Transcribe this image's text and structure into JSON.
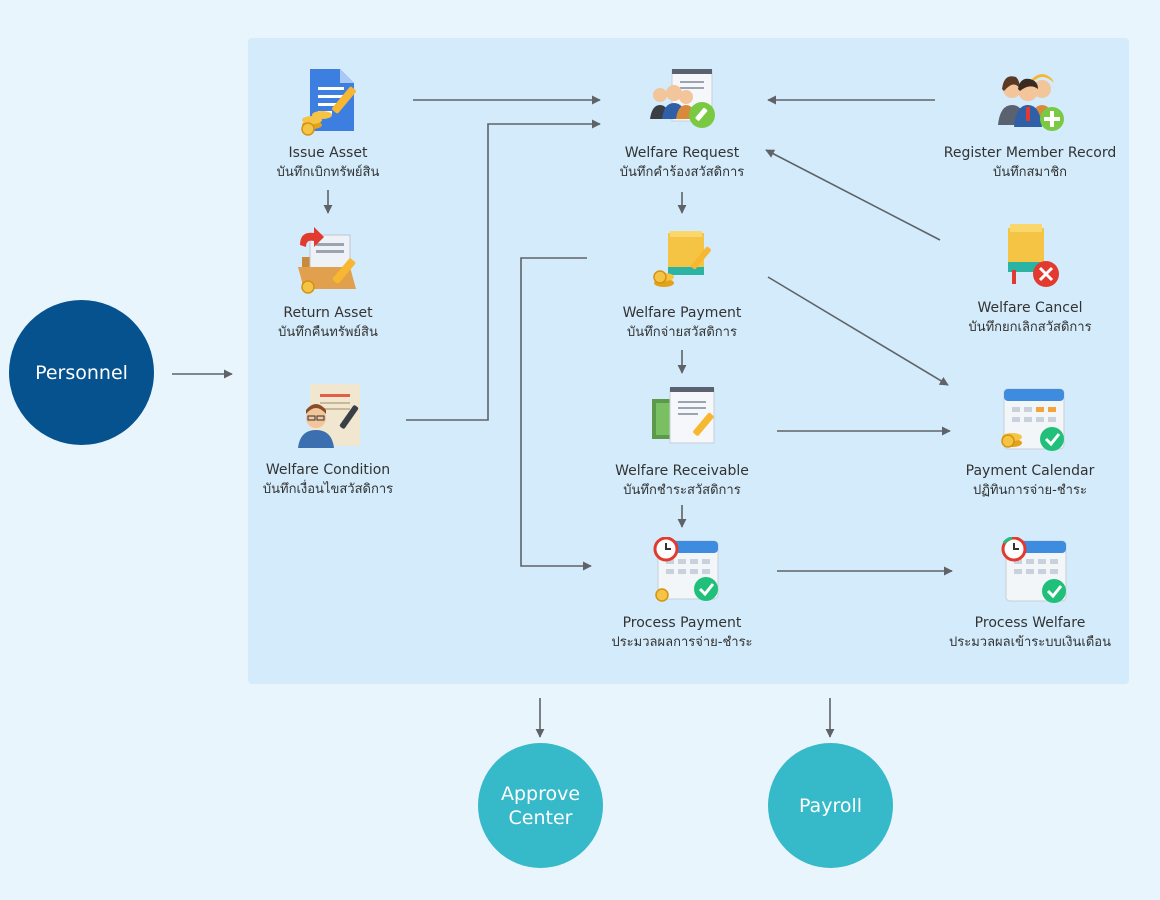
{
  "colors": {
    "background": "#e8f5fd",
    "panel": "#d3ebfa",
    "navy": "#05528f",
    "teal": "#36b9c8",
    "arrow": "#5f6367"
  },
  "circles": {
    "personnel": "Personnel",
    "approve_center": "Approve\nCenter",
    "payroll": "Payroll"
  },
  "nodes": {
    "issue_asset": {
      "en": "Issue Asset",
      "th": "บันทึกเบิกทรัพย์สิน",
      "icon": "document-pencil-coins-icon"
    },
    "return_asset": {
      "en": "Return Asset",
      "th": "บันทึกคืนทรัพย์สิน",
      "icon": "box-return-icon"
    },
    "welfare_condition": {
      "en": "Welfare Condition",
      "th": "บันทึกเงื่อนไขสวัสดิการ",
      "icon": "person-certificate-icon"
    },
    "welfare_request": {
      "en": "Welfare Request",
      "th": "บันทึกคำร้องสวัสดิการ",
      "icon": "people-notepad-icon"
    },
    "welfare_payment": {
      "en": "Welfare Payment",
      "th": "บันทึกจ่ายสวัสดิการ",
      "icon": "book-coins-icon"
    },
    "welfare_receivable": {
      "en": "Welfare Receivable",
      "th": "บันทึกชำระสวัสดิการ",
      "icon": "money-notepad-icon"
    },
    "process_payment": {
      "en": "Process Payment",
      "th": "ประมวลผลการจ่าย-ชำระ",
      "icon": "calendar-clock-check-icon"
    },
    "register_member": {
      "en": "Register Member Record",
      "th": "บันทึกสมาชิก",
      "icon": "people-add-icon"
    },
    "welfare_cancel": {
      "en": "Welfare Cancel",
      "th": "บันทึกยกเลิกสวัสดิการ",
      "icon": "book-cancel-icon"
    },
    "payment_calendar": {
      "en": "Payment Calendar",
      "th": "ปฏิทินการจ่าย-ชำระ",
      "icon": "calendar-coins-check-icon"
    },
    "process_welfare": {
      "en": "Process Welfare",
      "th": "ประมวลผลเข้าระบบเงินเดือน",
      "icon": "calendar-refresh-check-icon"
    }
  }
}
